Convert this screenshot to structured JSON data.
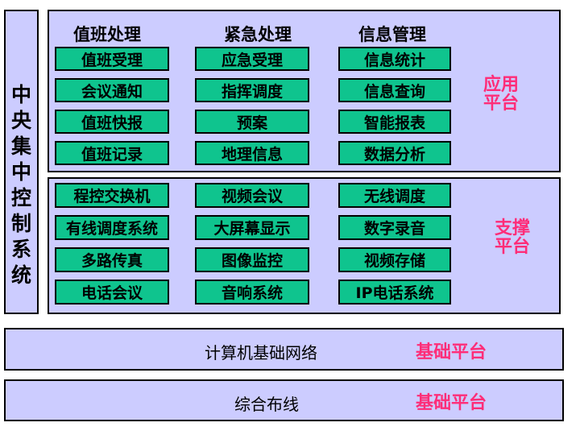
{
  "colors": {
    "panel_bg": "#CCCCFF",
    "button_bg": "#0FC48E",
    "accent_pink": "#FF2D78",
    "border": "#000000",
    "page_bg": "#FFFFFF"
  },
  "left_bar": {
    "title": "中央集中控制系统"
  },
  "app_platform": {
    "label": "应用平台",
    "columns": [
      {
        "header": "值班处理",
        "items": [
          "值班受理",
          "会议通知",
          "值班快报",
          "值班记录"
        ]
      },
      {
        "header": "紧急处理",
        "items": [
          "应急受理",
          "指挥调度",
          "预案",
          "地理信息"
        ]
      },
      {
        "header": "信息管理",
        "items": [
          "信息统计",
          "信息查询",
          "智能报表",
          "数据分析"
        ]
      }
    ]
  },
  "support_platform": {
    "label": "支撑平台",
    "columns": [
      {
        "items": [
          "程控交换机",
          "有线调度系统",
          "多路传真",
          "电话会议"
        ]
      },
      {
        "items": [
          "视频会议",
          "大屏幕显示",
          "图像监控",
          "音响系统"
        ]
      },
      {
        "items": [
          "无线调度",
          "数字录音",
          "视频存储",
          "IP电话系统"
        ]
      }
    ]
  },
  "base_platforms": [
    {
      "title": "计算机基础网络",
      "label": "基础平台"
    },
    {
      "title": "综合布线",
      "label": "基础平台"
    }
  ]
}
